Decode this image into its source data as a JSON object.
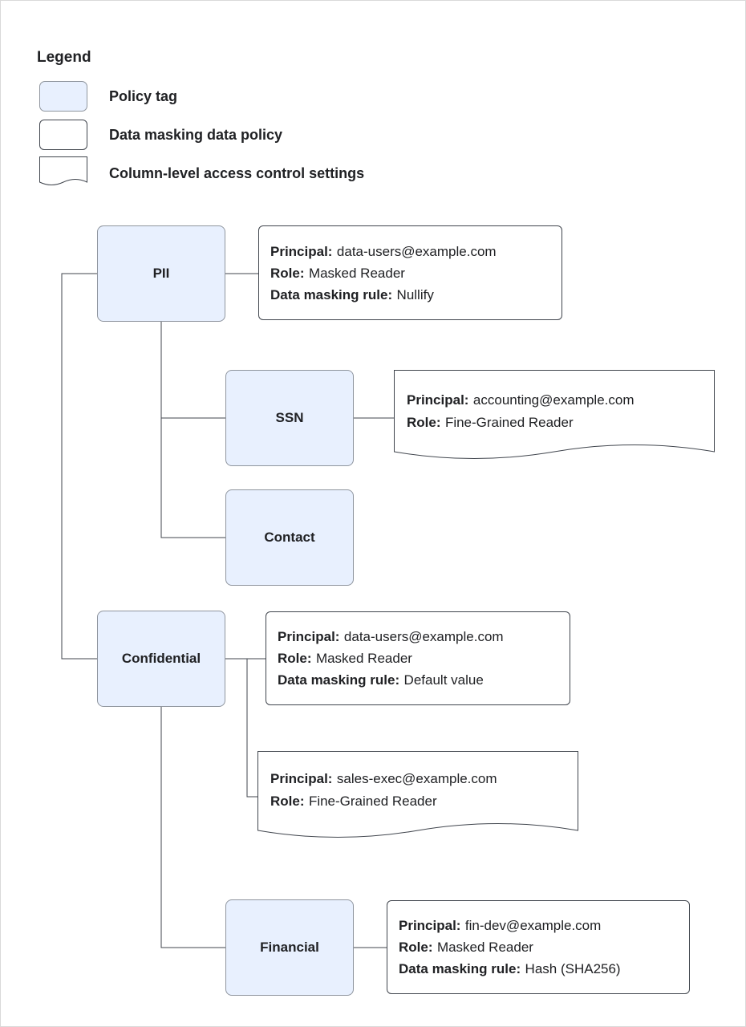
{
  "legend": {
    "title": "Legend",
    "items": [
      {
        "label": "Policy tag"
      },
      {
        "label": "Data masking data policy"
      },
      {
        "label": "Column-level access control settings"
      }
    ]
  },
  "field_labels": {
    "principal": "Principal:",
    "role": "Role:",
    "masking_rule": "Data masking rule:"
  },
  "tags": {
    "pii": {
      "label": "PII"
    },
    "ssn": {
      "label": "SSN"
    },
    "contact": {
      "label": "Contact"
    },
    "confidential": {
      "label": "Confidential"
    },
    "financial": {
      "label": "Financial"
    }
  },
  "policies": {
    "pii_masking": {
      "principal": "data-users@example.com",
      "role": "Masked Reader",
      "masking_rule": "Nullify"
    },
    "ssn_access": {
      "principal": "accounting@example.com",
      "role": "Fine-Grained Reader"
    },
    "confidential_masking": {
      "principal": "data-users@example.com",
      "role": "Masked Reader",
      "masking_rule": "Default value"
    },
    "confidential_access": {
      "principal": "sales-exec@example.com",
      "role": "Fine-Grained Reader"
    },
    "financial_masking": {
      "principal": "fin-dev@example.com",
      "role": "Masked Reader",
      "masking_rule": "Hash (SHA256)"
    }
  },
  "colors": {
    "policy_tag_fill": "#e8f0fe",
    "box_background": "#ffffff",
    "border": "#40454d",
    "connector": "#40454d"
  }
}
